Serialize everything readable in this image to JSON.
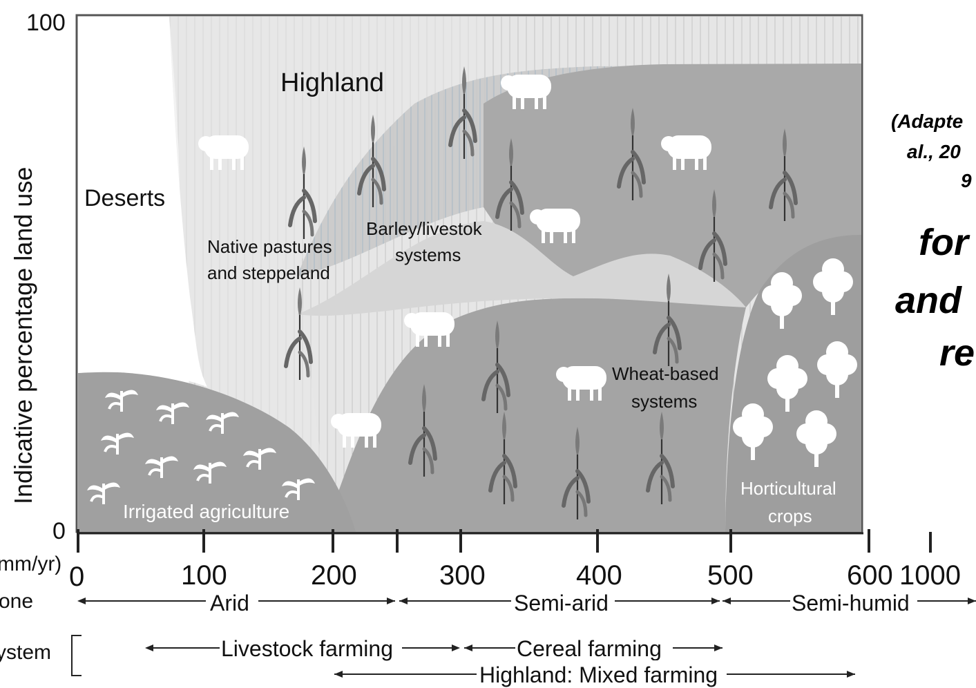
{
  "y_axis": {
    "title": "Indicative percentage land use",
    "top_tick": "100",
    "bottom_tick": "0"
  },
  "x_axis": {
    "units_label": "mm/yr)",
    "ticks": [
      "0",
      "100",
      "200",
      "300",
      "400",
      "500",
      "600",
      "1000"
    ],
    "zone_label": "one",
    "system_label": "ystem"
  },
  "regions": {
    "highland": "Highland",
    "deserts": "Deserts",
    "native_pastures_1": "Native pastures",
    "native_pastures_2": "and steppeland",
    "barley_1": "Barley/livestok",
    "barley_2": "systems",
    "wheat_1": "Wheat-based",
    "wheat_2": "systems",
    "irrigated": "Irrigated agriculture",
    "horticultural_1": "Horticultural",
    "horticultural_2": "crops"
  },
  "zones": {
    "arid": "Arid",
    "semi_arid": "Semi-arid",
    "semi_humid": "Semi-humid"
  },
  "farming_systems": {
    "livestock": "Livestock farming",
    "cereal": "Cereal farming",
    "highland_mixed": "Highland: Mixed farming"
  },
  "side_text": {
    "line1": "(Adapte",
    "line2": "al., 20",
    "line3": "9",
    "line4": "for",
    "line5": "and",
    "line6": "re"
  },
  "colors": {
    "light_gray": "#e4e4e4",
    "mid_gray": "#c8c8c8",
    "dark_gray": "#a6a6a6",
    "darker_gray": "#999999"
  }
}
